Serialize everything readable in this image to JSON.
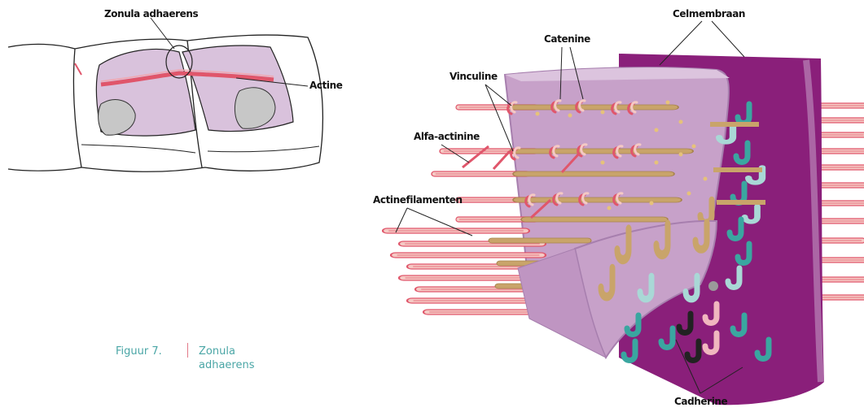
{
  "labels": {
    "zonula_adhaerens": "Zonula adhaerens",
    "actine": "Actine",
    "celmembraan": "Celmembraan",
    "catenine": "Catenine",
    "vinculine": "Vinculine",
    "alfa_actinine": "Alfa-actinine",
    "actinefilamenten": "Actinefilamenten",
    "cadherine": "Cadherine"
  },
  "caption": {
    "number": "Figuur 7.",
    "text": "Zonula adhaerens"
  },
  "colors": {
    "membrane_purple": "#8a1f7a",
    "cytoplasm_lilac": "#c7a1c9",
    "actin_pink": "#f5c9c4",
    "actin_red": "#e0566b",
    "catenin_tan": "#c9a46a",
    "cadherin_teal": "#3aa6a0",
    "cadherin_pale": "#a9d8d6",
    "caption_teal": "#4aa6a6",
    "outline_cell_fill": "#d9c2dc"
  }
}
